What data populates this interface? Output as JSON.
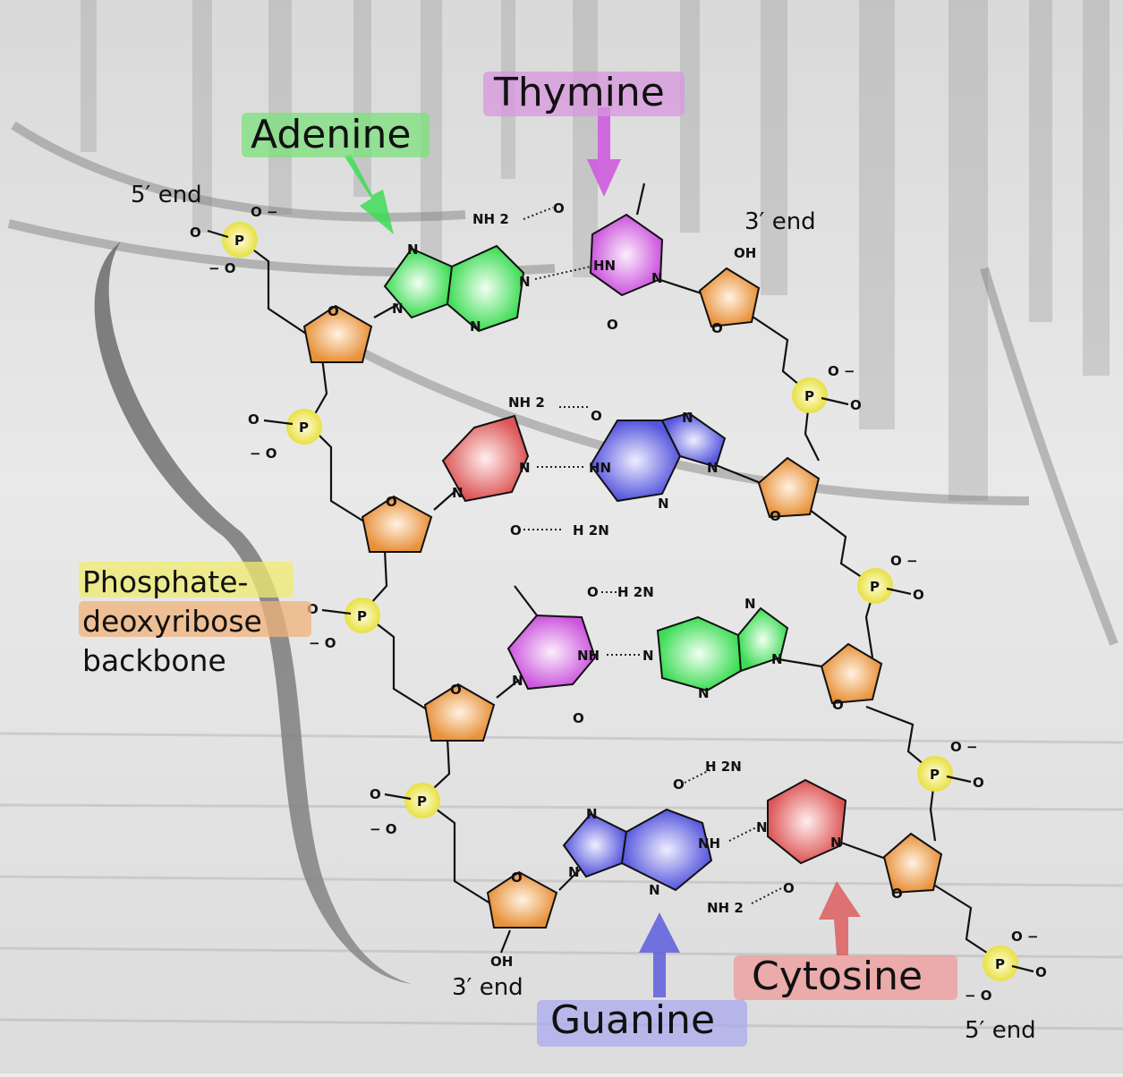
{
  "labels": {
    "adenine": "Adenine",
    "thymine": "Thymine",
    "guanine": "Guanine",
    "cytosine": "Cytosine",
    "backbone_line1": "Phosphate-",
    "backbone_line2": "deoxyribose",
    "backbone_line3": "backbone",
    "end_5_top": "5′ end",
    "end_3_top": "3′ end",
    "end_3_bottom": "3′ end",
    "end_5_bottom": "5′ end"
  },
  "atoms": {
    "N": "N",
    "O": "O",
    "P": "P",
    "NH": "NH",
    "HN": "HN",
    "NH2": "NH 2",
    "H2N": "H 2N",
    "OH": "OH",
    "Ominus": "O −",
    "minusO": "− O"
  },
  "colors": {
    "adenine": "#3ddc55",
    "thymine": "#cc55dd",
    "guanine": "#5555dd",
    "cytosine": "#dd5555",
    "sugar": "#e8913a",
    "phosphate": "#e8e040"
  }
}
